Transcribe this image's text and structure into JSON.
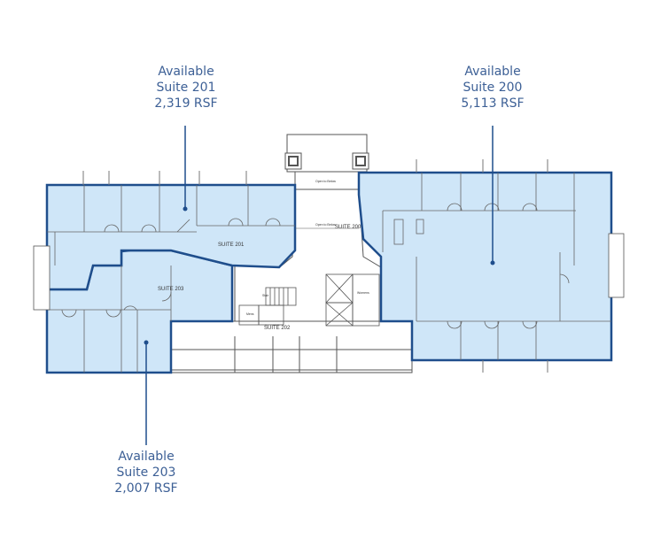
{
  "colors": {
    "suite_fill": "#cfe6f8",
    "suite_outline": "#1f4e8c",
    "callout_text": "#3d6096",
    "wall": "#555555"
  },
  "callouts": {
    "suite_201": {
      "status": "Available",
      "suite": "Suite 201",
      "area": "2,319 RSF"
    },
    "suite_200": {
      "status": "Available",
      "suite": "Suite 200",
      "area": "5,113 RSF"
    },
    "suite_203": {
      "status": "Available",
      "suite": "Suite 203",
      "area": "2,007 RSF"
    }
  },
  "plan_labels": {
    "suite_201": "SUITE 201",
    "suite_200": "SUITE 200",
    "suite_203": "SUITE 203",
    "suite_202": "SUITE 202",
    "open_to_below_1": "Open to Below",
    "open_to_below_2": "Open to Below",
    "womens": "Womens",
    "mens": "Mens",
    "stair": "Stair"
  }
}
